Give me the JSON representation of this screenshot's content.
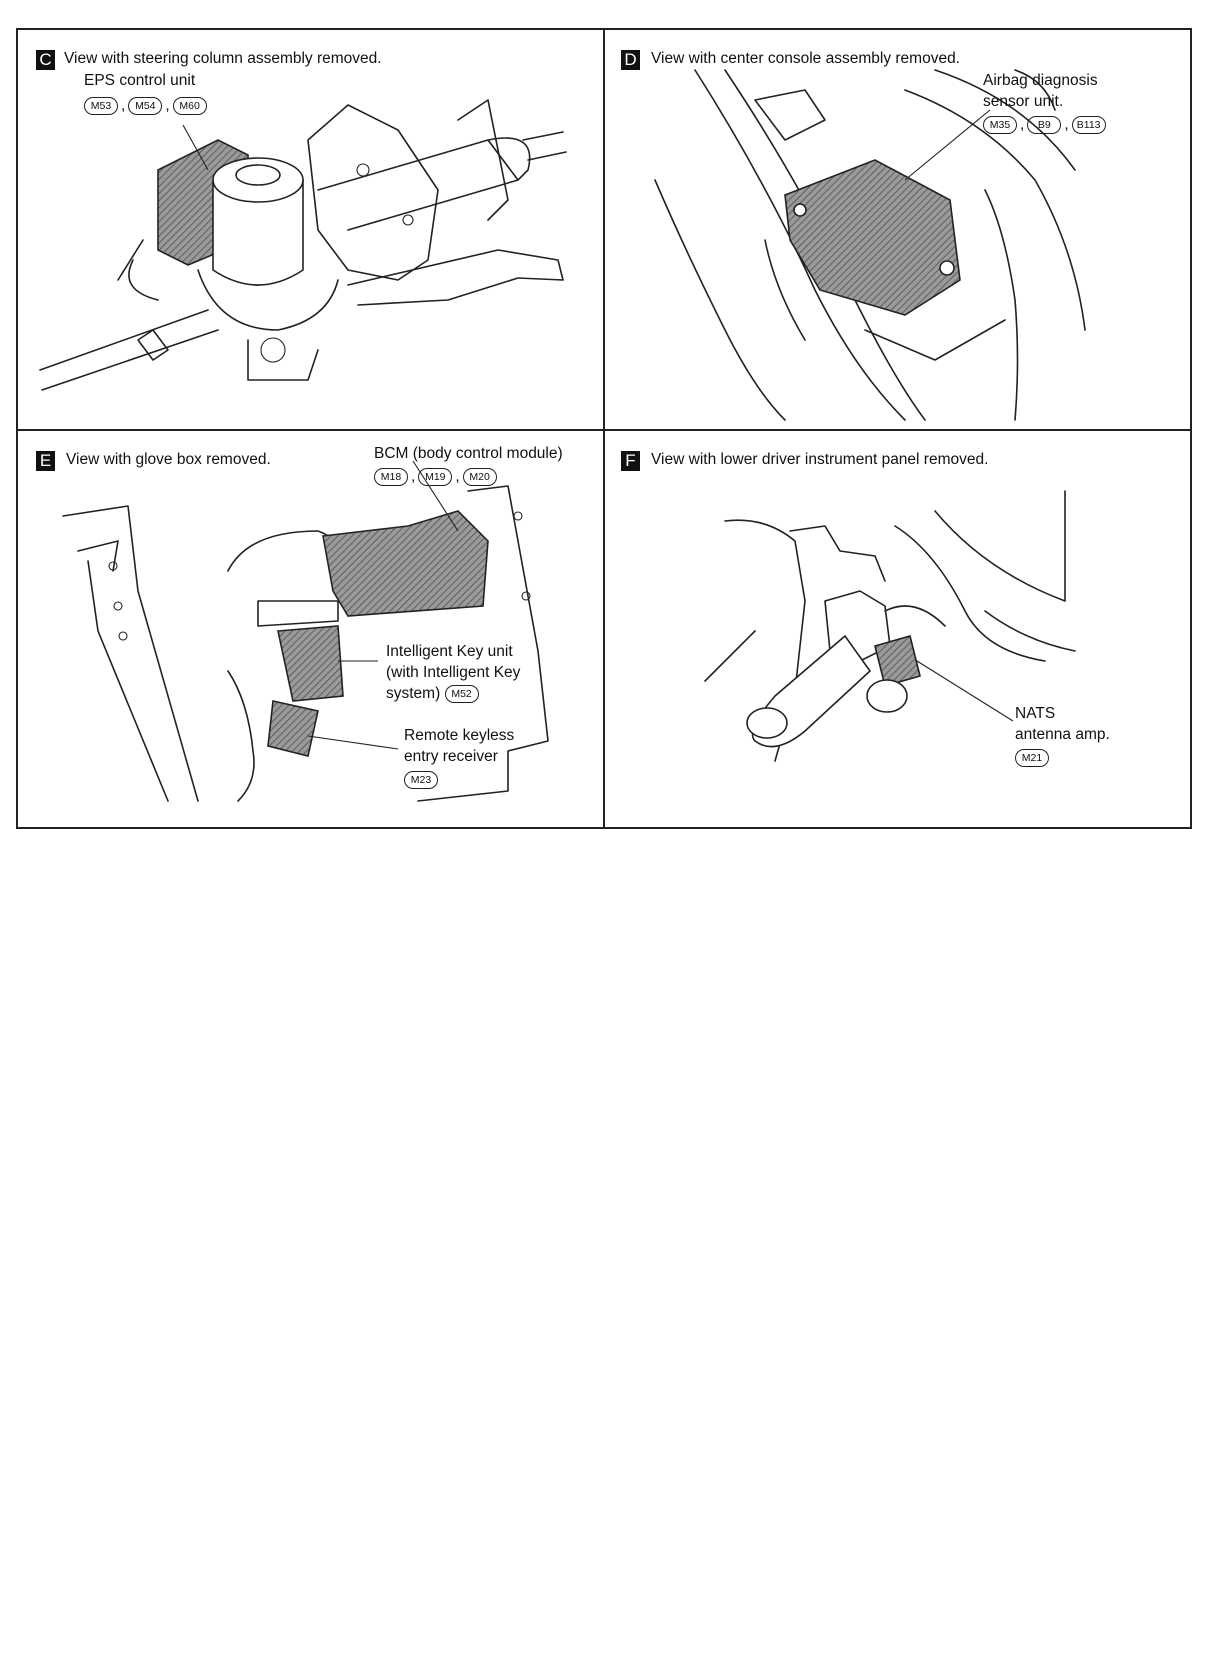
{
  "panels": {
    "c": {
      "letter": "C",
      "title": "View with steering column assembly removed.",
      "label_lines": [
        "EPS control unit"
      ],
      "connectors": [
        "M53",
        "M54",
        "M60"
      ]
    },
    "d": {
      "letter": "D",
      "title": "View with center console assembly removed.",
      "label_lines": [
        "Airbag diagnosis",
        "sensor unit."
      ],
      "connectors": [
        "M35",
        "B9",
        "B113"
      ]
    },
    "e": {
      "letter": "E",
      "title": "View with glove box removed.",
      "bcm_label": "BCM (body control module)",
      "bcm_connectors": [
        "M18",
        "M19",
        "M20"
      ],
      "key_label_lines": [
        "Intelligent Key unit",
        "(with Intelligent Key",
        "system)"
      ],
      "key_connector": "M52",
      "remote_label_lines": [
        "Remote keyless",
        "entry receiver"
      ],
      "remote_connector": "M23"
    },
    "f": {
      "letter": "F",
      "title": "View with lower driver instrument panel removed.",
      "nats_label_lines": [
        "NATS",
        "antenna amp."
      ],
      "nats_connector": "M21"
    }
  }
}
